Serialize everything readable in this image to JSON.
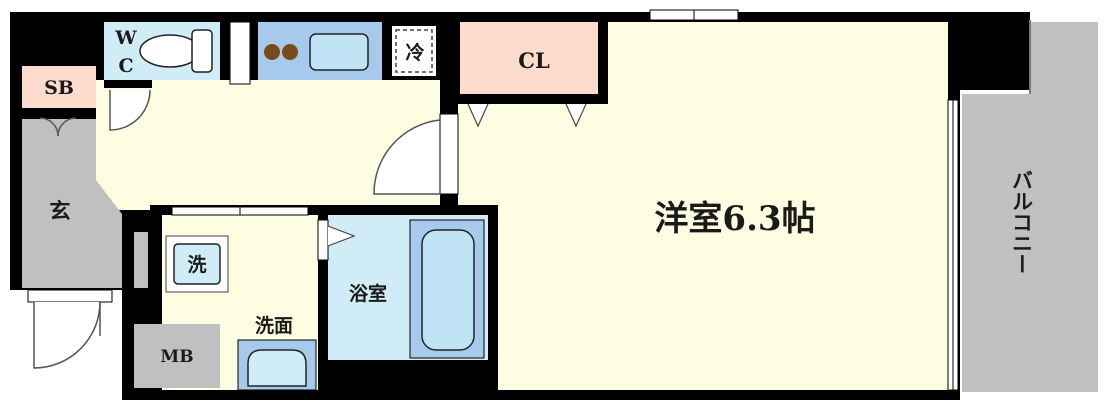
{
  "rooms": {
    "main_room": "洋室6.3帖",
    "balcony": "バルコニー",
    "closet": "CL",
    "bath": "浴室",
    "washroom": "洗面",
    "entrance": "玄",
    "shoe_box": "SB",
    "meter_box": "MB",
    "fridge": "冷",
    "washer": "洗",
    "toilet_w": "W",
    "toilet_c": "C"
  },
  "colors": {
    "wall": "#000000",
    "floor": "#fdfde1",
    "gray_area": "#c0c0c0",
    "closet_fill": "#fddcce",
    "water_fill": "#d0ecf6",
    "fixture_fill": "#a7c9ec",
    "stove": "#7a4a1c"
  }
}
